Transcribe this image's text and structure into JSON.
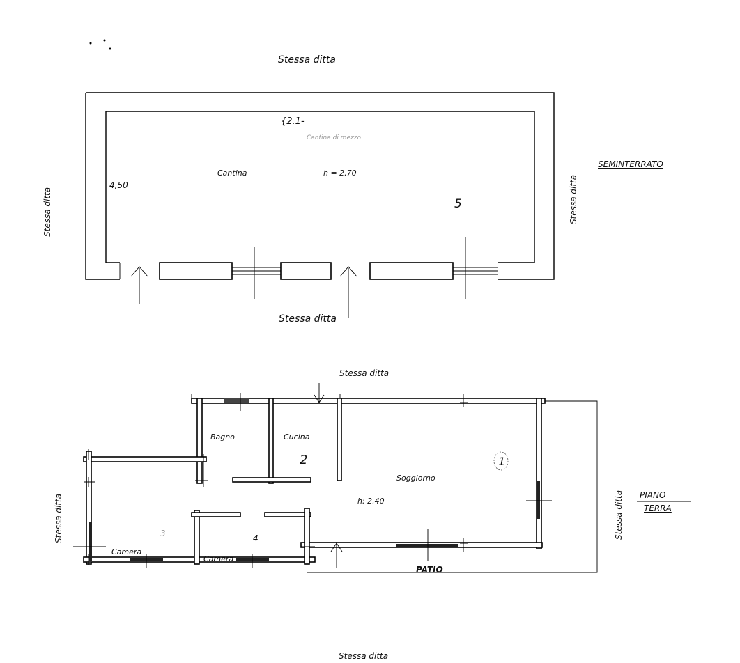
{
  "seminterrato": {
    "floor_label": "SEMINTERRATO",
    "neighbor_top": "Stessa ditta",
    "neighbor_left": "Stessa ditta",
    "neighbor_right": "Stessa ditta",
    "neighbor_bottom": "Stessa ditta",
    "room": "Cantina",
    "height": "h = 2.70",
    "annotation_top": "{2.1-",
    "annotation_faint": "Cantina di mezzo",
    "mark_left": "4,50",
    "mark_right": "5"
  },
  "piano_terra": {
    "floor_label_line1": "PIANO",
    "floor_label_line2": "TERRA",
    "neighbor_top": "Stessa ditta",
    "neighbor_left": "Stessa ditta",
    "neighbor_right": "Stessa ditta",
    "neighbor_bottom": "Stessa ditta",
    "rooms": {
      "bagno": "Bagno",
      "cucina": "Cucina",
      "soggiorno": "Soggiorno",
      "camera1": "Camera",
      "camera2": "Camera",
      "patio": "PATIO"
    },
    "height": "h: 2.40",
    "marks": {
      "cucina": "2",
      "soggiorno": "1",
      "camera1": "3",
      "camera2": "4"
    }
  }
}
